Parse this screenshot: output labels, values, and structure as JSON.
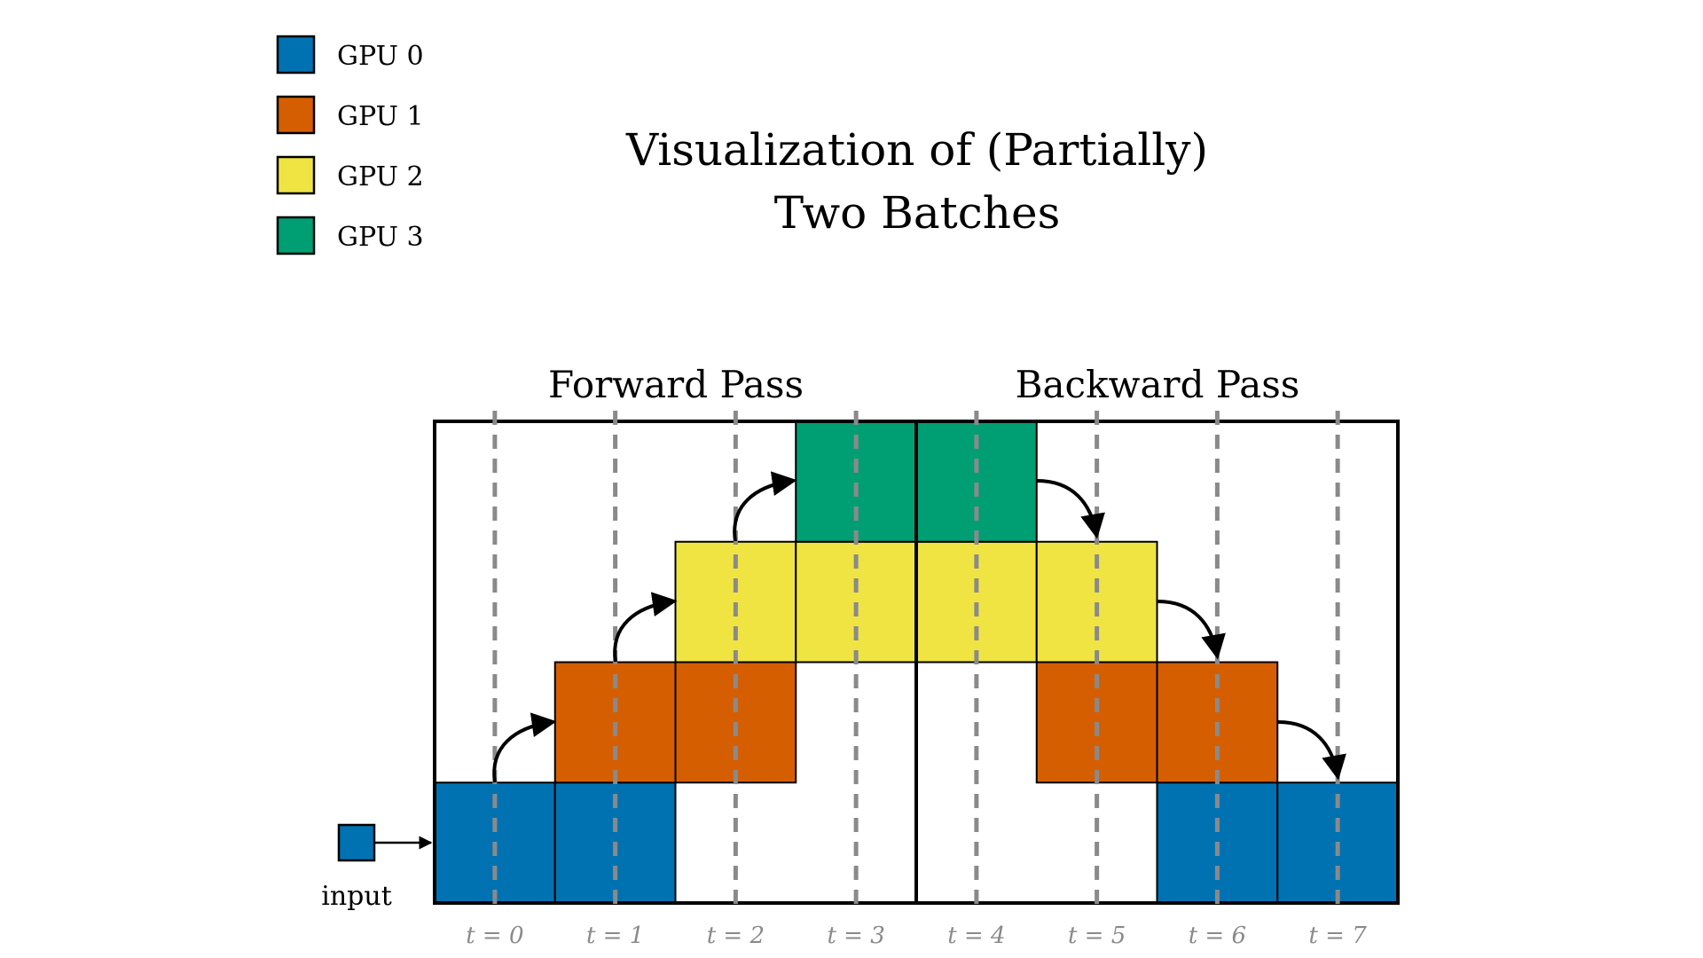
{
  "title": {
    "line1": "Visualization of (Partially)",
    "line2": "Two Batches"
  },
  "legend": [
    {
      "label": "GPU 0",
      "color": "#0072B2"
    },
    {
      "label": "GPU 1",
      "color": "#D55E00"
    },
    {
      "label": "GPU 2",
      "color": "#F0E442"
    },
    {
      "label": "GPU 3",
      "color": "#009E73"
    }
  ],
  "passes": {
    "forward_label": "Forward Pass",
    "backward_label": "Backward Pass"
  },
  "input_label": "input",
  "time_labels": [
    "t = 0",
    "t = 1",
    "t = 2",
    "t = 3",
    "t = 4",
    "t = 5",
    "t = 6",
    "t = 7"
  ],
  "schedule": {
    "gpu_0": [
      0,
      1,
      6,
      7
    ],
    "gpu_1": [
      1,
      2,
      5,
      6
    ],
    "gpu_2": [
      2,
      3,
      4,
      5
    ],
    "gpu_3": [
      3,
      4
    ]
  },
  "colors": {
    "gpu_0": "#0072B2",
    "gpu_1": "#D55E00",
    "gpu_2": "#F0E442",
    "gpu_3": "#009E73",
    "gridline": "#8a8a8a",
    "time_label": "#8a8a8a"
  }
}
